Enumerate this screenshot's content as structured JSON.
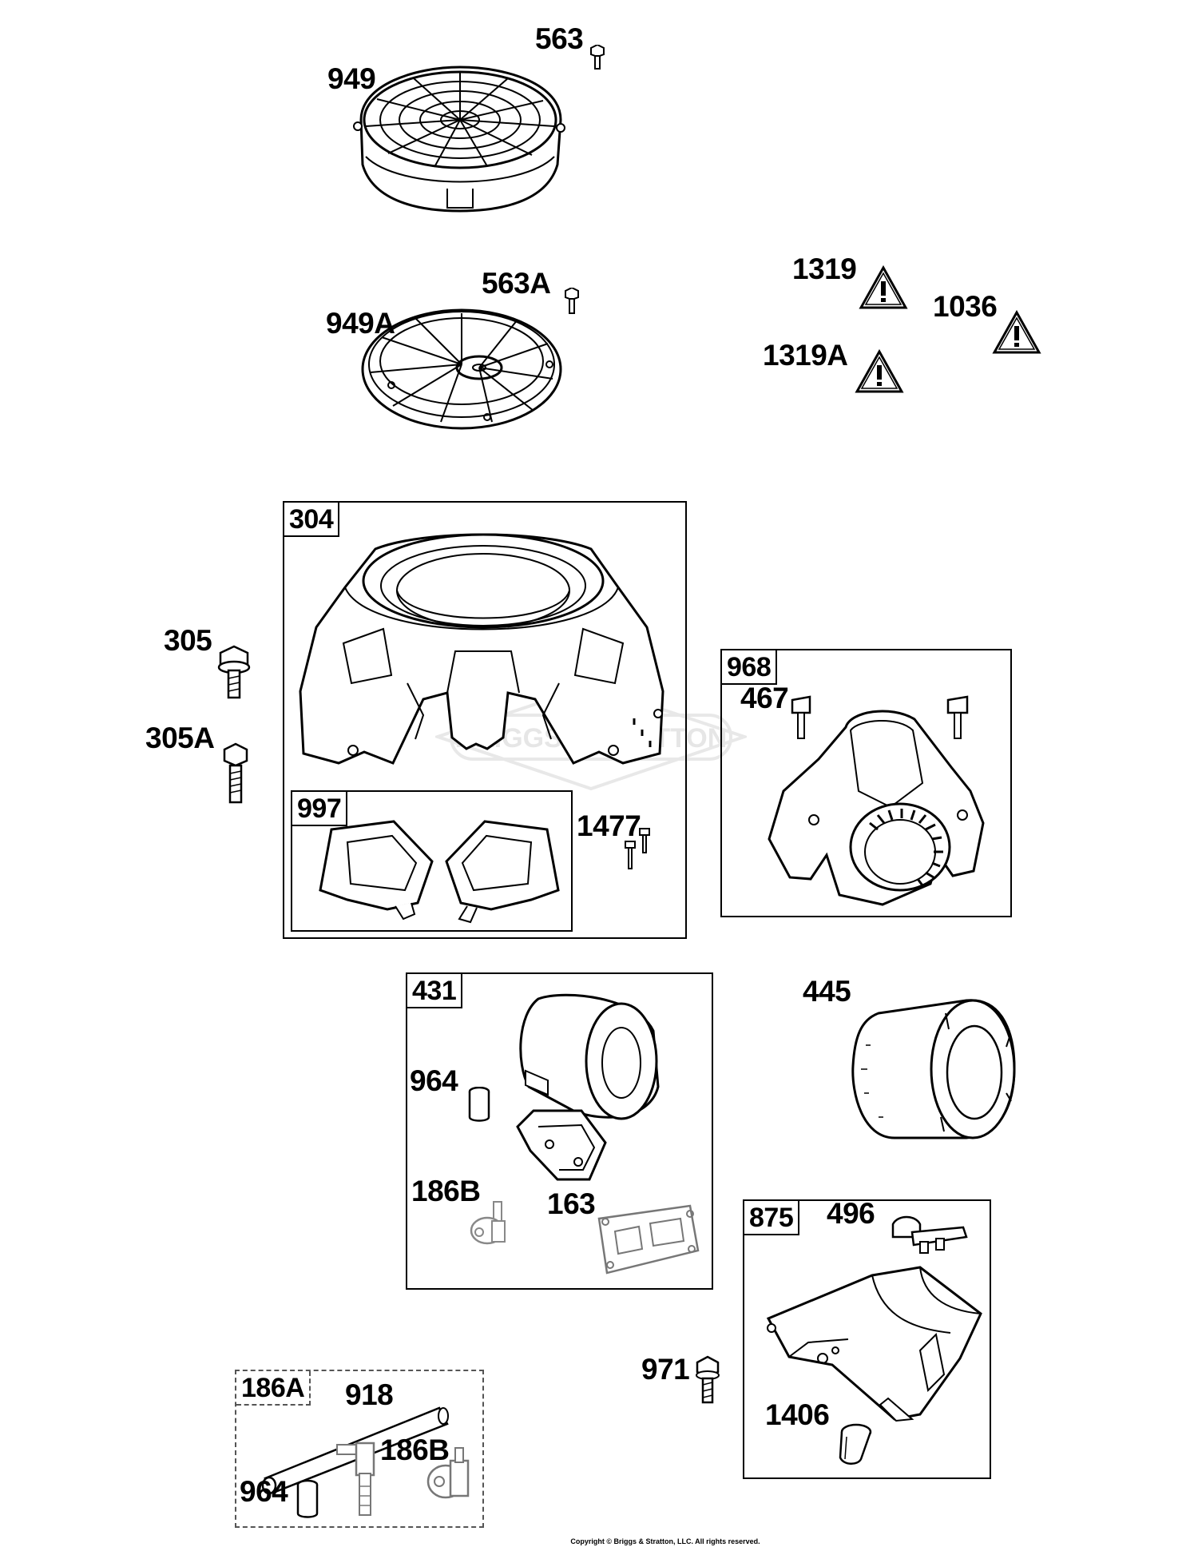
{
  "labels": {
    "l563": "563",
    "l949": "949",
    "l563A": "563A",
    "l949A": "949A",
    "l1319": "1319",
    "l1036": "1036",
    "l1319A": "1319A",
    "l304": "304",
    "l305": "305",
    "l305A": "305A",
    "l968": "968",
    "l467": "467",
    "l997": "997",
    "l1477": "1477",
    "l431": "431",
    "l445": "445",
    "l964a": "964",
    "l186B": "186B",
    "l163": "163",
    "l875": "875",
    "l496": "496",
    "l971": "971",
    "l1406": "1406",
    "l186A": "186A",
    "l918": "918",
    "l186B2": "186B",
    "l964b": "964"
  },
  "watermark": "BRIGGS&STRATTON",
  "copyright": "Copyright © Briggs & Stratton, LLC. All rights reserved.",
  "colors": {
    "line": "#000000",
    "watermark": "#e6e6e6"
  }
}
